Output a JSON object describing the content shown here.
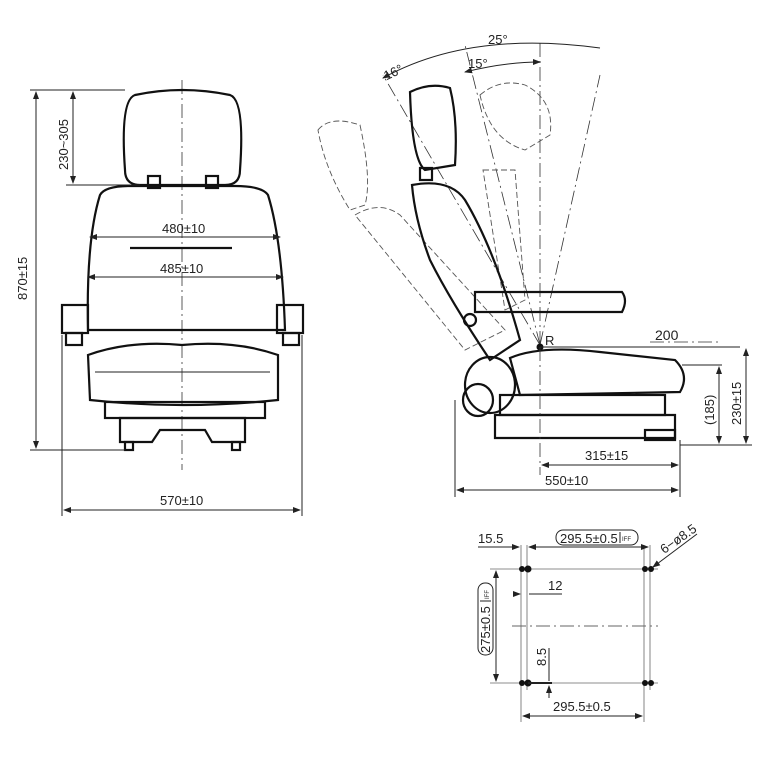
{
  "front_view": {
    "overall_height": "870±15",
    "headrest_adjust": "230~305",
    "backrest_width_top": "480±10",
    "backrest_width_mid": "485±10",
    "overall_width": "570±10"
  },
  "side_view": {
    "angle_total": "25°",
    "angle_forward": "16°",
    "angle_back": "15°",
    "reference_point": "R",
    "seat_depth_from_r": "200",
    "seat_height": "230±15",
    "seat_height_min": "(185)",
    "slide_length": "315±15",
    "overall_depth": "550±10"
  },
  "mounting_plan": {
    "offset": "15.5",
    "width_top": "295.5±0.5",
    "width_bottom": "295.5±0.5",
    "height": "275±0.5",
    "tag": "IFF",
    "holes": "6−ø8.5",
    "slot": "12",
    "slot_height": "8.5"
  }
}
